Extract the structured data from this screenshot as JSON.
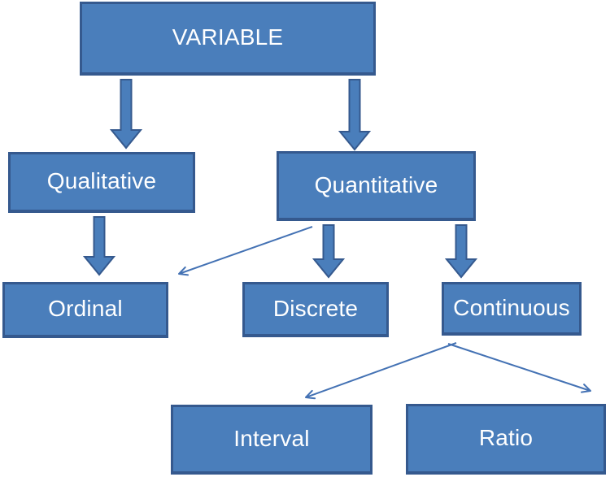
{
  "diagram": {
    "type": "flowchart",
    "topic": "Types of variables",
    "colors": {
      "background": "#ffffff",
      "node_fill": "#4a7ebb",
      "node_border": "#35598e",
      "node_text": "#ffffff",
      "block_arrow_fill": "#4a7ebb",
      "block_arrow_border": "#35598e",
      "line_arrow": "#4472b4"
    },
    "nodes": [
      {
        "id": "variable",
        "label": "VARIABLE",
        "level": 0
      },
      {
        "id": "qualitative",
        "label": "Qualitative",
        "level": 1
      },
      {
        "id": "quantitative",
        "label": "Quantitative",
        "level": 1
      },
      {
        "id": "ordinal",
        "label": "Ordinal",
        "level": 2
      },
      {
        "id": "discrete",
        "label": "Discrete",
        "level": 2
      },
      {
        "id": "continuous",
        "label": "Continuous",
        "level": 2
      },
      {
        "id": "interval",
        "label": "Interval",
        "level": 3
      },
      {
        "id": "ratio",
        "label": "Ratio",
        "level": 3
      }
    ],
    "edges": [
      {
        "from": "variable",
        "to": "qualitative",
        "style": "block-arrow"
      },
      {
        "from": "variable",
        "to": "quantitative",
        "style": "block-arrow"
      },
      {
        "from": "qualitative",
        "to": "ordinal",
        "style": "block-arrow"
      },
      {
        "from": "quantitative",
        "to": "discrete",
        "style": "block-arrow"
      },
      {
        "from": "quantitative",
        "to": "continuous",
        "style": "block-arrow"
      },
      {
        "from": "quantitative",
        "to": "ordinal",
        "style": "thin-line-arrow"
      },
      {
        "from": "continuous",
        "to": "interval",
        "style": "thin-line-arrow"
      },
      {
        "from": "continuous",
        "to": "ratio",
        "style": "thin-line-arrow"
      }
    ]
  }
}
